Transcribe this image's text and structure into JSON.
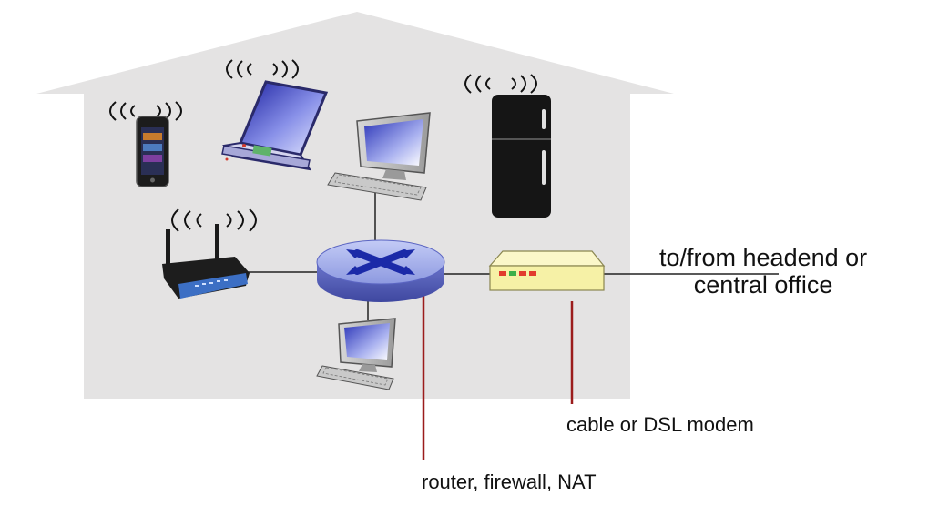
{
  "labels": {
    "headend_line1": "to/from headend or",
    "headend_line2": "central office",
    "modem": "cable or DSL modem",
    "router": "router, firewall, NAT"
  },
  "colors": {
    "house": "#e4e3e3",
    "callout_line": "#9b1c1c",
    "router_body": "#7e89d8",
    "modem_body": "#f6f1a6",
    "modem_leds": [
      "#e23b2e",
      "#3cb04a",
      "#e23b2e",
      "#e23b2e"
    ]
  },
  "icons": {
    "smartphone": "smartphone-icon",
    "laptop": "laptop-icon",
    "desktop_top": "desktop-computer-icon",
    "desktop_bottom": "desktop-computer-icon",
    "refrigerator": "refrigerator-icon",
    "wireless_ap": "wireless-access-point-icon",
    "router": "router-icon",
    "modem": "modem-icon",
    "wireless_signal": "wifi-signal-icon"
  }
}
